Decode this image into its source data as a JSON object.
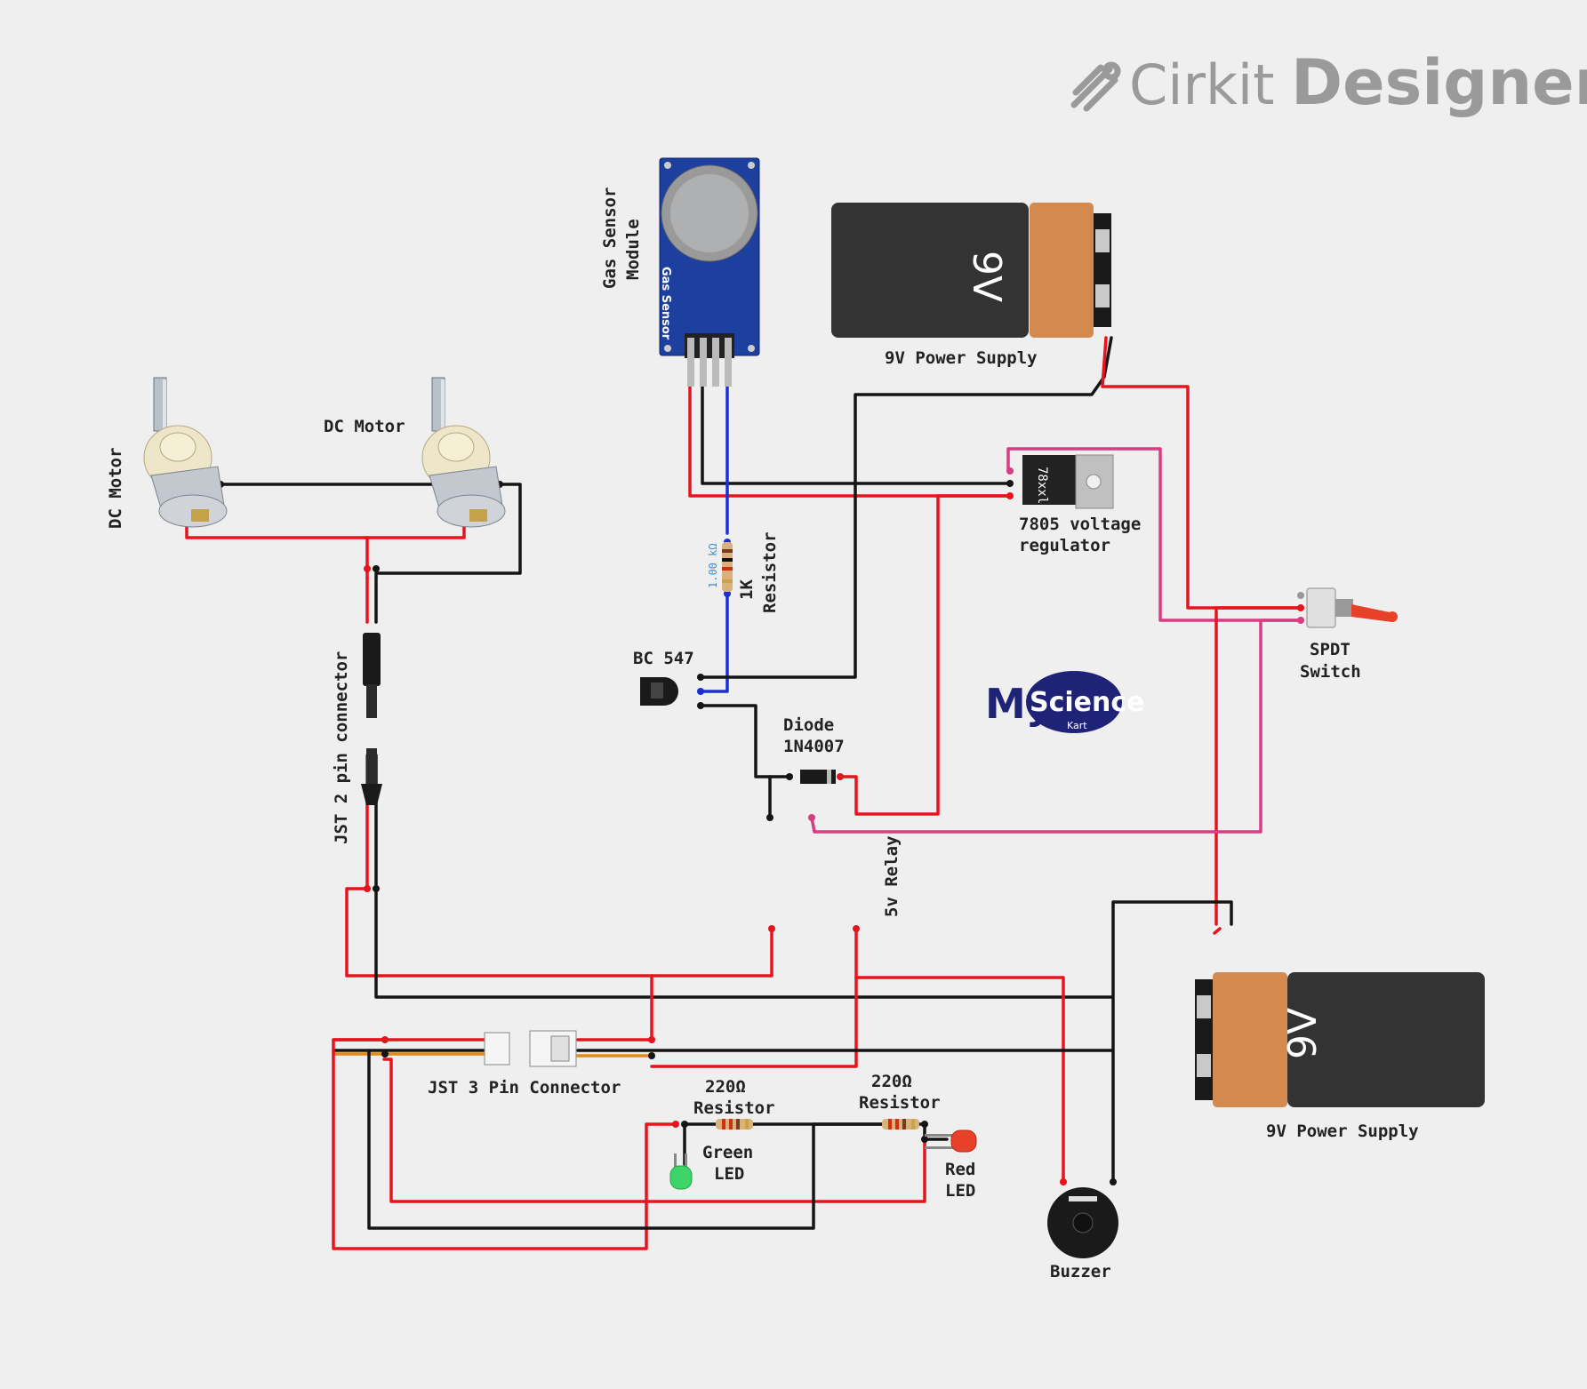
{
  "brand": {
    "light": "Cirkit",
    "bold": "Designer"
  },
  "logo": {
    "my": "My",
    "science": "Science",
    "kart": "Kart"
  },
  "labels": {
    "gas_sensor": [
      "Gas Sensor",
      "Module"
    ],
    "gas_sensor_board": "Gas Sensor",
    "battery_top": "9V Power Supply",
    "battery_bottom": "9V Power Supply",
    "battery_text": "9V",
    "motor_left": "DC Motor",
    "motor_right": "DC Motor",
    "regulator": [
      "7805 voltage",
      "regulator"
    ],
    "regulator_chip": "78xxl",
    "resistor_1k": [
      "1K",
      "Resistor"
    ],
    "resistor_value": "1.00 kΩ",
    "bc547": "BC 547",
    "jst2": "JST 2 pin connector",
    "diode": [
      "Diode",
      "1N4007"
    ],
    "relay": "5v Relay",
    "spdt": [
      "SPDT",
      "Switch"
    ],
    "jst3": "JST 3 Pin Connector",
    "res220_left": [
      "220Ω",
      "Resistor"
    ],
    "res220_right": [
      "220Ω",
      "Resistor"
    ],
    "green_led": [
      "Green",
      "LED"
    ],
    "red_led": [
      "Red",
      "LED"
    ],
    "buzzer": "Buzzer"
  },
  "colors": {
    "wire_red": "#e8141d",
    "wire_black": "#151515",
    "wire_blue": "#1b2fd6",
    "wire_pink": "#d63d82",
    "battery_orange": "#d4894f",
    "battery_body": "#333333",
    "sensor_board": "#1d3f9e",
    "background": "#efefef"
  }
}
